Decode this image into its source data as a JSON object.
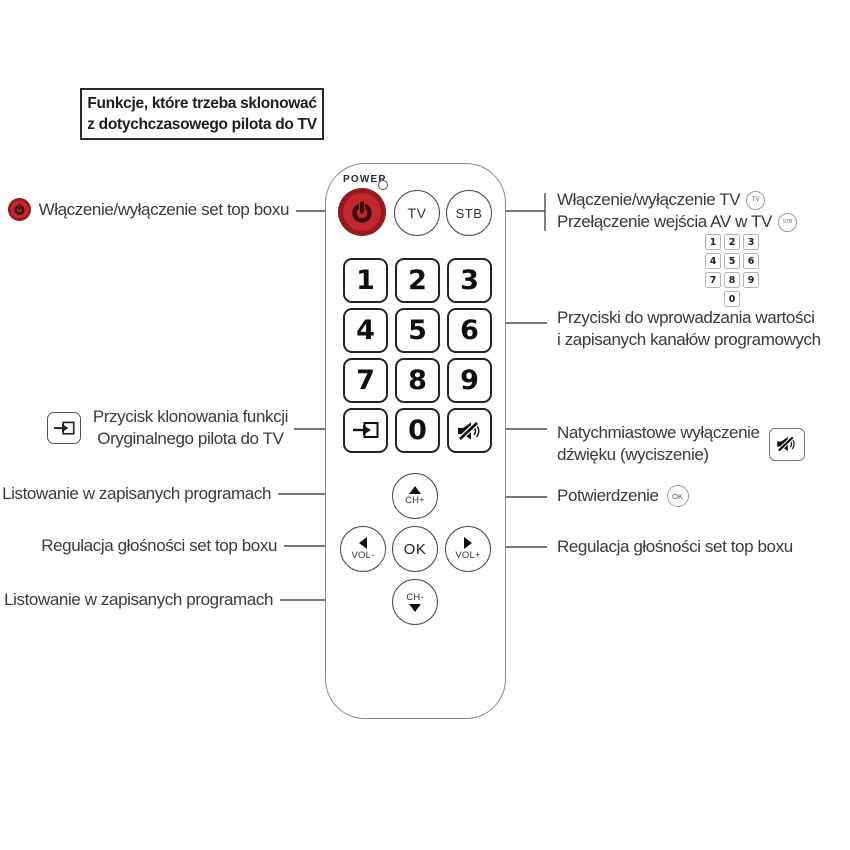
{
  "title_box": {
    "lines": [
      "Funkcje, które trzeba sklonować",
      "z dotychczasowego pilota do TV"
    ]
  },
  "remote": {
    "power_label": "POWER",
    "tv_button": "TV",
    "stb_button": "STB",
    "digits": [
      "1",
      "2",
      "3",
      "4",
      "5",
      "6",
      "7",
      "8",
      "9",
      "0"
    ],
    "ch_up": "CH+",
    "ch_down": "CH-",
    "vol_down": "VOL-",
    "vol_up": "VOL+",
    "ok": "OK"
  },
  "annotations": {
    "left": [
      {
        "text": "Włączenie/wyłączenie set top boxu",
        "icon": "power-icon"
      },
      {
        "line1": "Przycisk klonowania funkcji",
        "line2": "Oryginalnego pilota do TV",
        "icon": "clone-icon"
      },
      {
        "text": "Listowanie w zapisanych programach"
      },
      {
        "text": "Regulacja głośności set top boxu"
      },
      {
        "text": "Listowanie w zapisanych programach"
      }
    ],
    "right": [
      {
        "text": "Włączenie/wyłączenie TV",
        "icon_label": "TV"
      },
      {
        "text": "Przełączenie wejścia AV w TV",
        "icon_label": "STB"
      },
      {
        "line1": "Przyciski do wprowadzania wartości",
        "line2": "i zapisanych kanałów programowych"
      },
      {
        "line1": "Natychmiastowe wyłączenie",
        "line2": "dźwięku (wyciszenie)",
        "icon": "mute-icon"
      },
      {
        "text": "Potwierdzenie",
        "icon_label": "OK"
      },
      {
        "text": "Regulacja głośności set top boxu"
      }
    ],
    "mini_numpad": {
      "rows": [
        [
          "1",
          "2",
          "3"
        ],
        [
          "4",
          "5",
          "6"
        ],
        [
          "7",
          "8",
          "9"
        ],
        [
          "0"
        ]
      ]
    }
  },
  "colors": {
    "power_red": "#c1272d",
    "text": "#3a3a3a",
    "line": "#4d4d4d"
  }
}
